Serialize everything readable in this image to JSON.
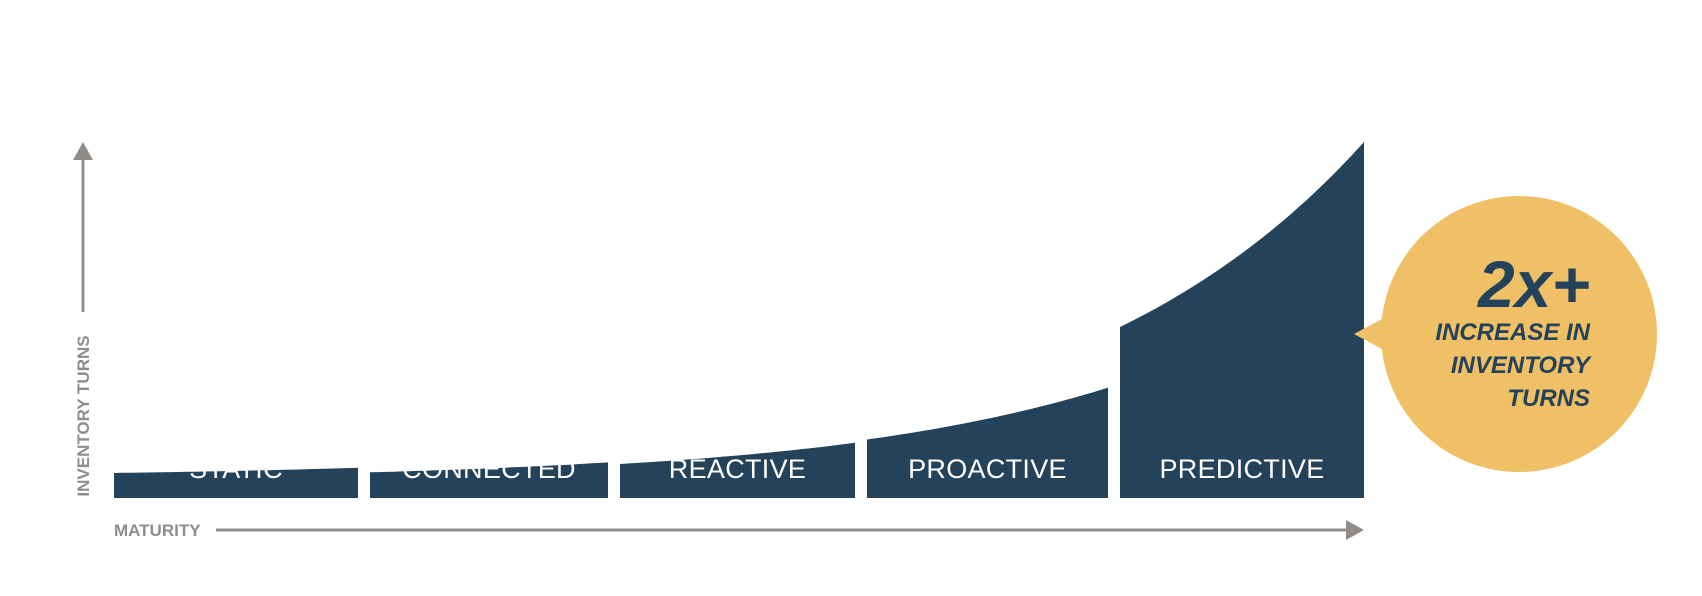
{
  "stages": [
    {
      "label": "STATIC",
      "level": 0.085
    },
    {
      "label": "CONNECTED",
      "level": 0.1
    },
    {
      "label": "REACTIVE",
      "level": 0.155
    },
    {
      "label": "PROACTIVE",
      "level": 0.31
    },
    {
      "label": "PREDICTIVE",
      "level": 1.0
    }
  ],
  "axes": {
    "y_label": "INVENTORY TURNS",
    "x_label": "MATURITY",
    "color": "#8f8c8a"
  },
  "callout": {
    "value": "2x+",
    "lines": [
      "INCREASE IN",
      "INVENTORY",
      "TURNS"
    ],
    "color": "#efc066",
    "text_color": "#24425a"
  },
  "colors": {
    "bars": "#24425a"
  }
}
